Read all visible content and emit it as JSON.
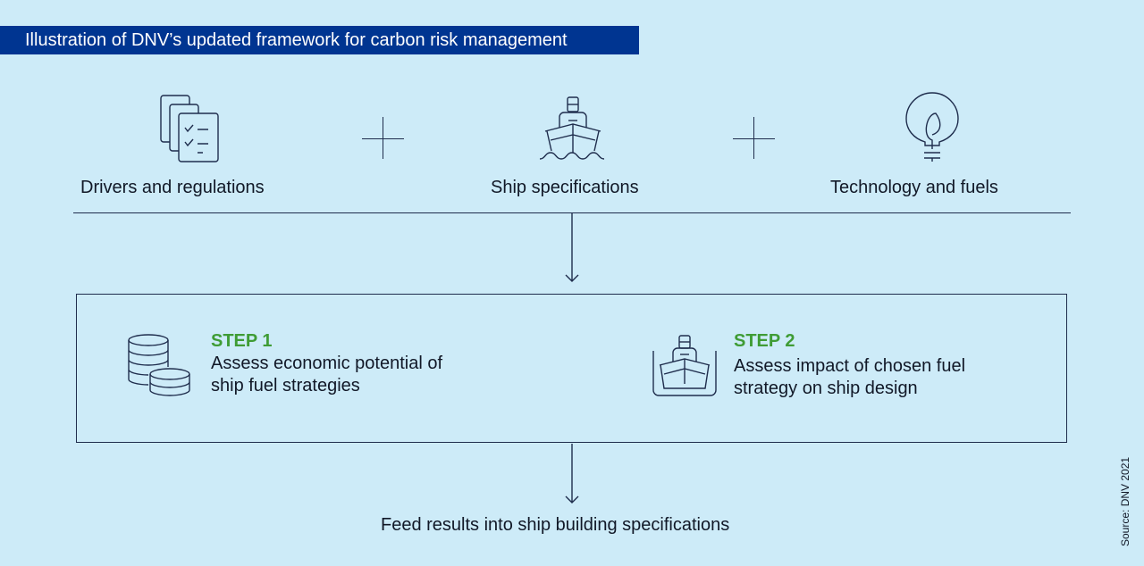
{
  "title": "Illustration of DNV’s updated framework for carbon risk management",
  "inputs": [
    {
      "label": "Drivers and regulations",
      "icon": "checklist-documents-icon"
    },
    {
      "label": "Ship specifications",
      "icon": "ship-icon"
    },
    {
      "label": "Technology and fuels",
      "icon": "leaf-bulb-icon"
    }
  ],
  "steps": [
    {
      "step": "STEP 1",
      "line1": "Assess economic potential of",
      "line2": "ship fuel strategies",
      "icon": "coin-stacks-icon"
    },
    {
      "step": "STEP 2",
      "line1": "Assess impact of chosen fuel",
      "line2": "strategy on ship design",
      "icon": "ship-dock-icon"
    }
  ],
  "output": "Feed results into ship building specifications",
  "source": "Source: DNV 2021",
  "colors": {
    "title_bg": "#003591",
    "step": "#3f9c35",
    "background": "#cdebf8"
  }
}
